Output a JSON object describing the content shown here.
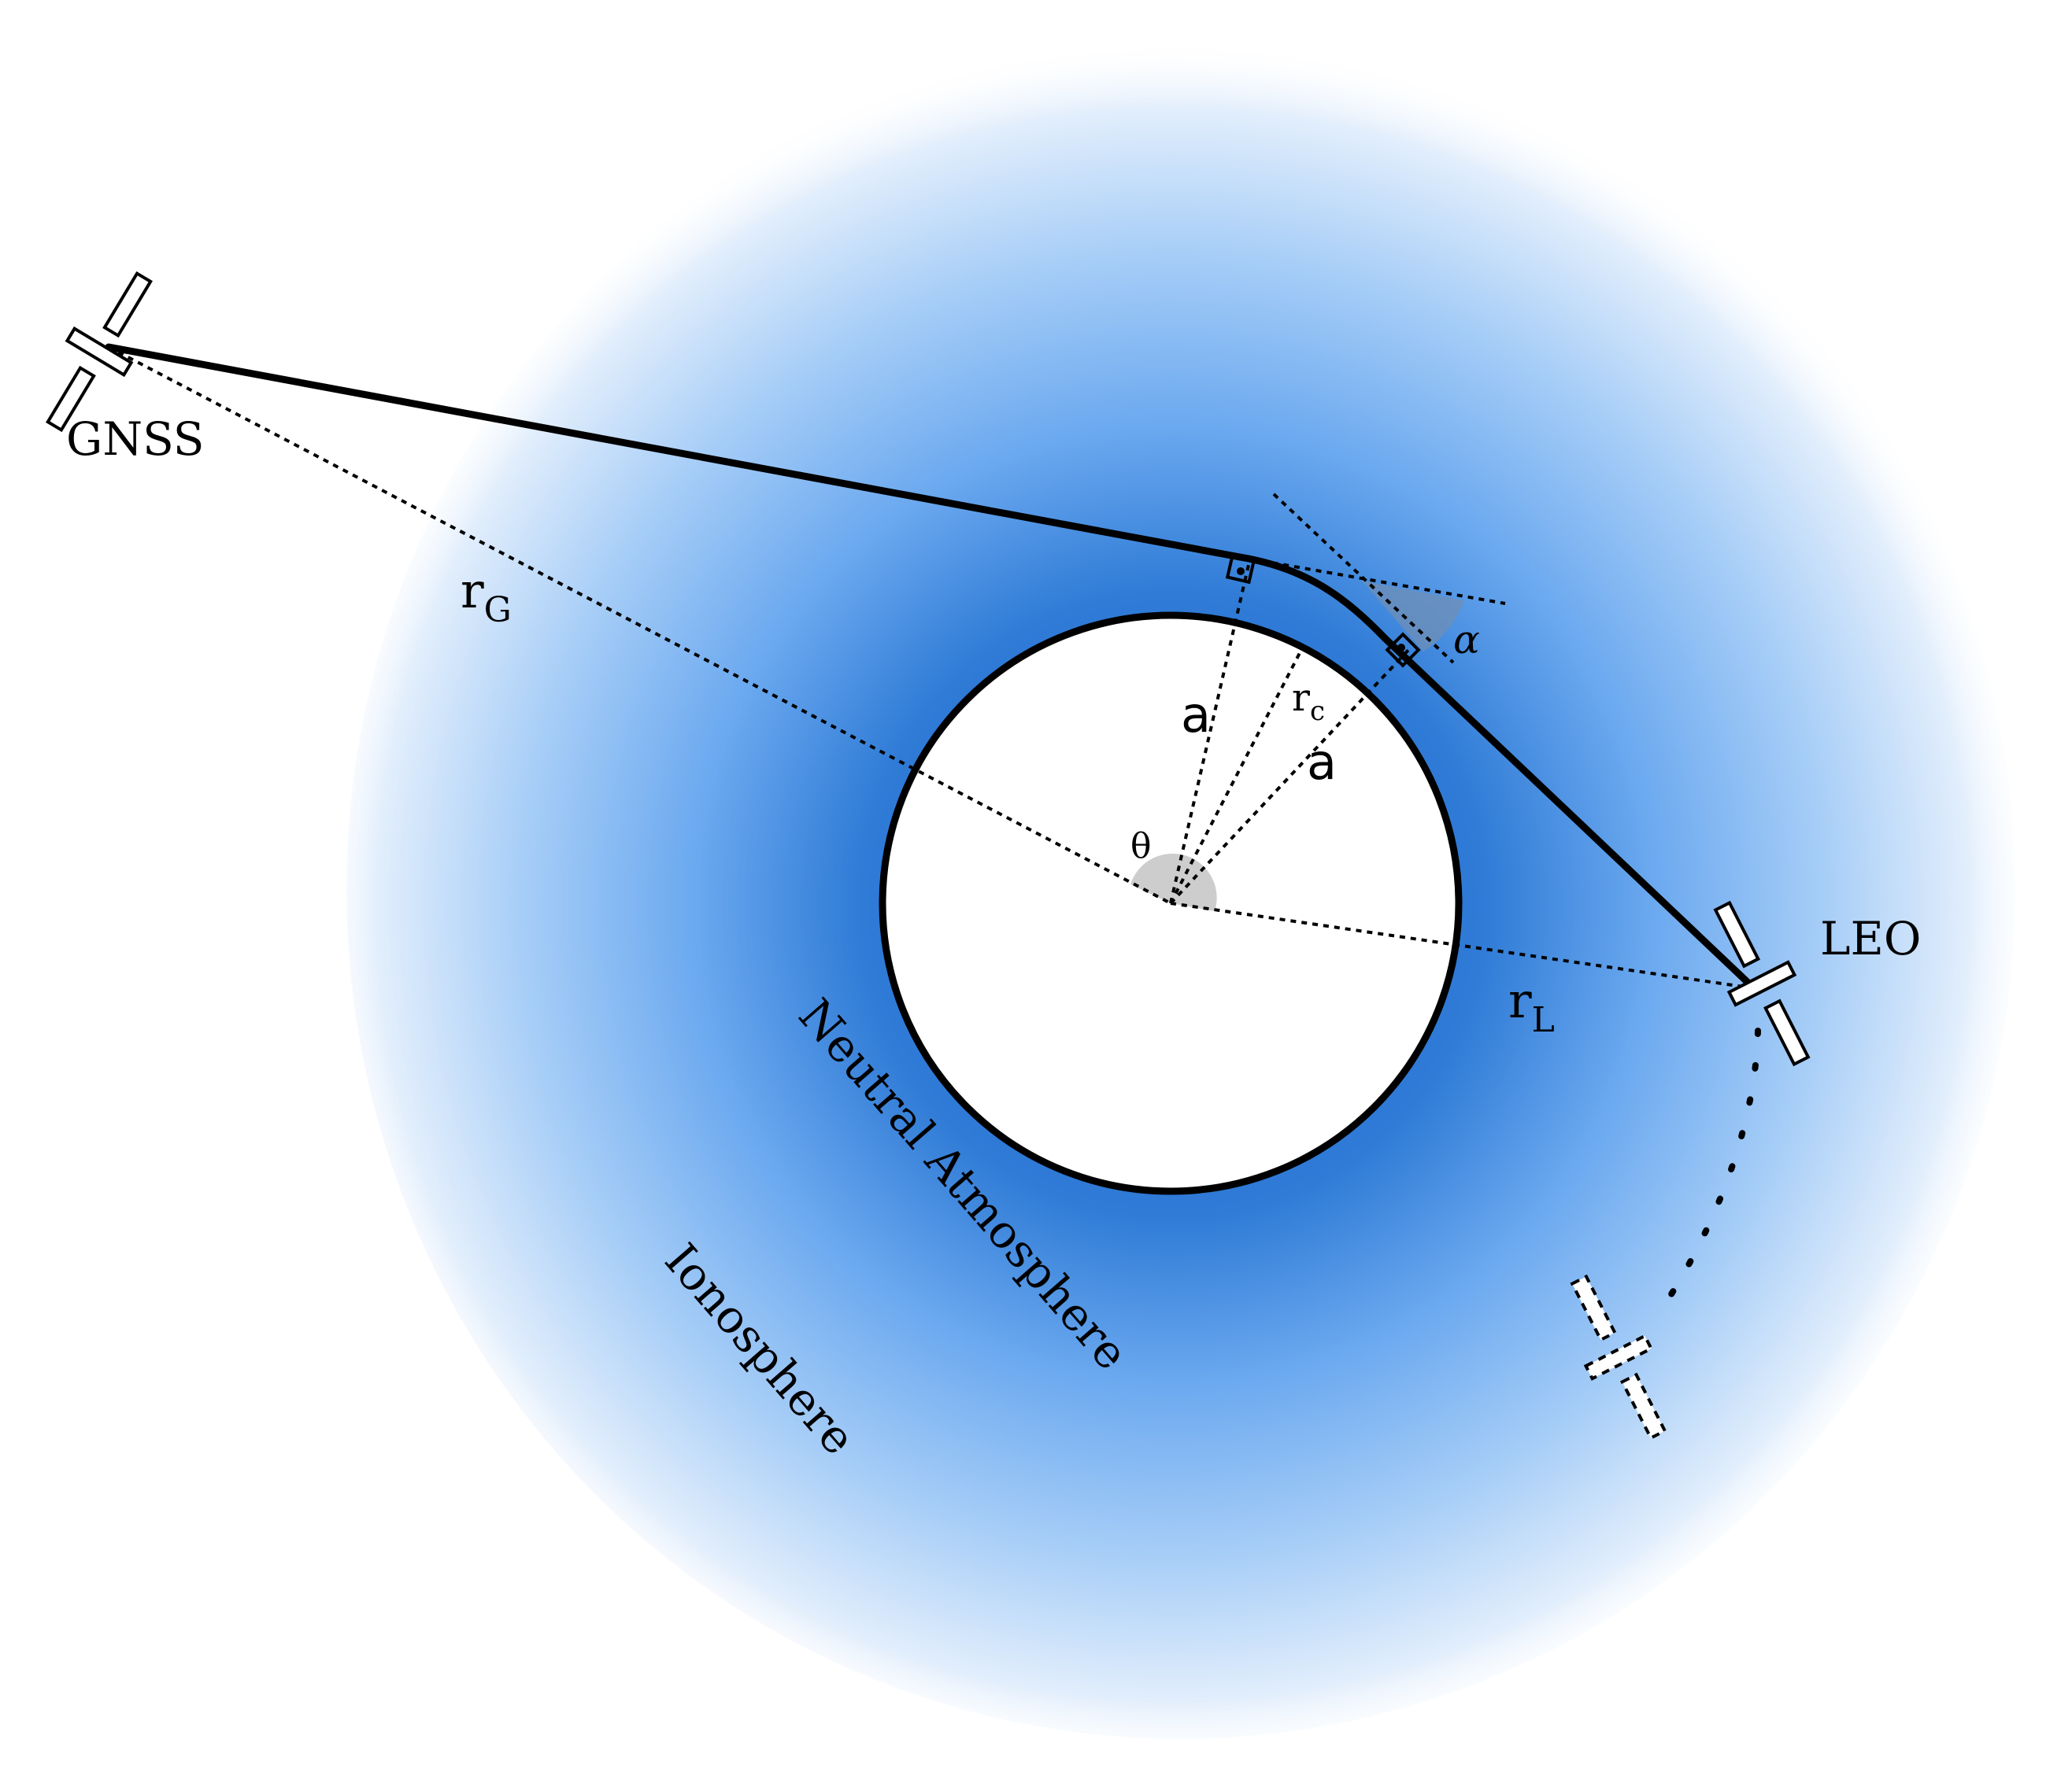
{
  "diagram": {
    "labels": {
      "gnss": "GNSS",
      "leo": "LEO",
      "r_g_main": "r",
      "r_g_sub": "G",
      "r_l_main": "r",
      "r_l_sub": "L",
      "r_c_main": "r",
      "r_c_sub": "c",
      "a_left": "a",
      "a_right": "a",
      "theta": "θ",
      "alpha": "α",
      "neutral_atmosphere": "Neutral Atmosphere",
      "ionosphere": "Ionosphere"
    },
    "colors": {
      "atmosphere_inner": "#2f7bd6",
      "atmosphere_mid": "#8dbff5",
      "atmosphere_outer": "#ffffff",
      "planet_fill": "#ffffff",
      "ray": "#000000",
      "theta_wedge": "#c8c8c8",
      "alpha_wedge": "#6f8fb5"
    }
  }
}
